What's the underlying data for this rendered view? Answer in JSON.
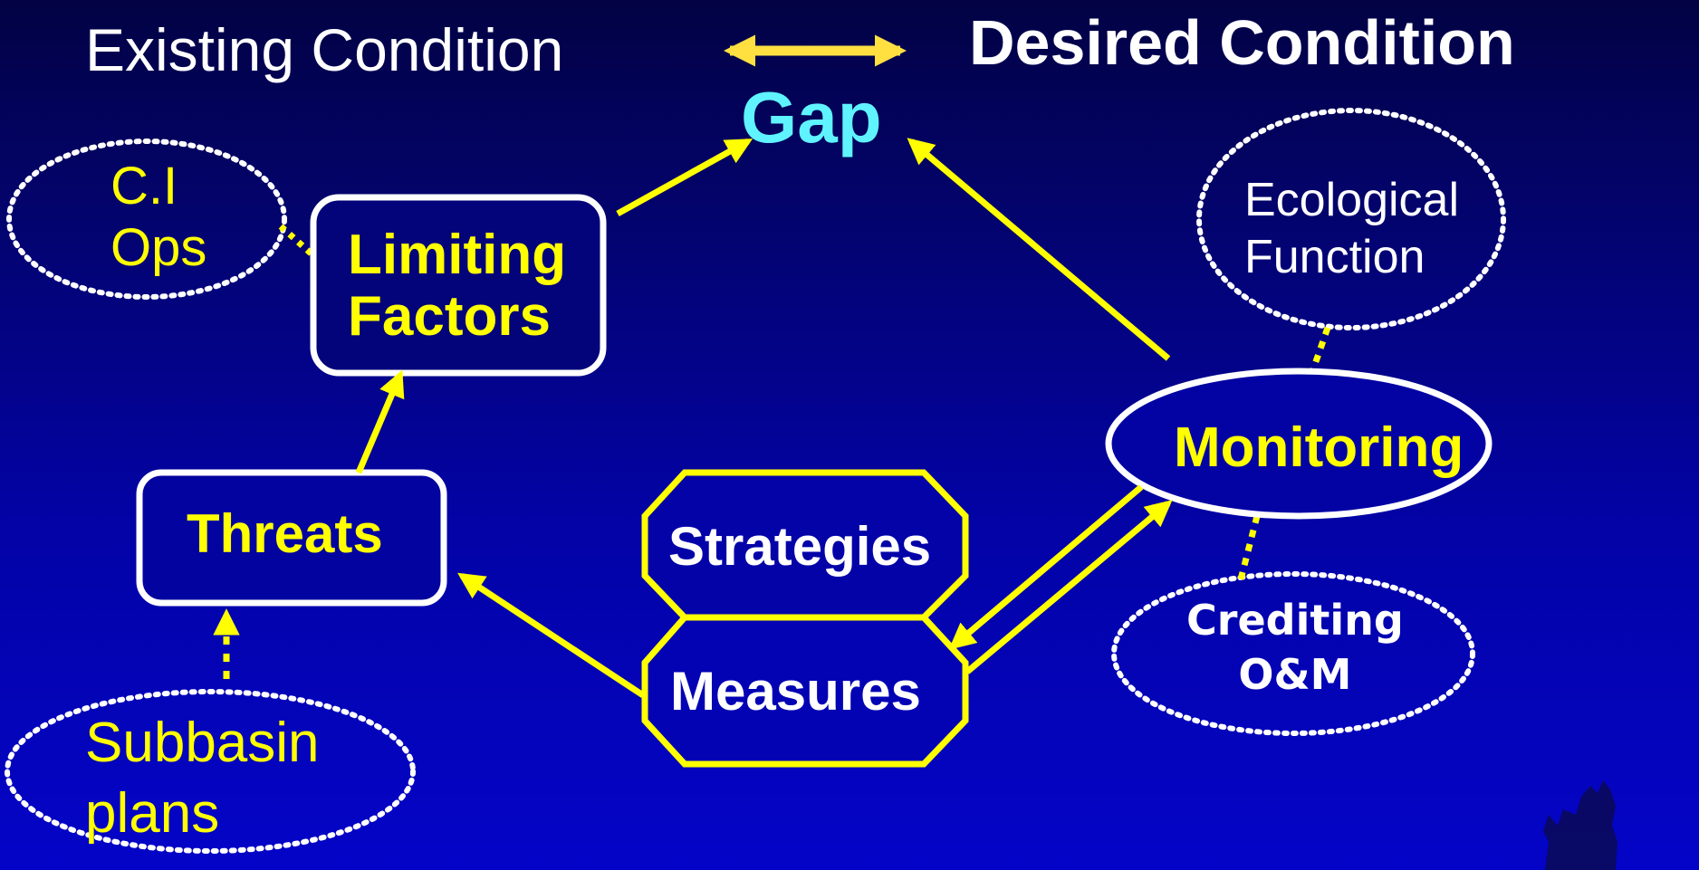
{
  "header": {
    "existing": "Existing Condition",
    "desired": "Desired Condition"
  },
  "gap": "Gap",
  "ci_ops": [
    "C.I",
    "Ops"
  ],
  "limiting_factors": [
    "Limiting",
    "Factors"
  ],
  "threats": "Threats",
  "strategies": "Strategies",
  "measures": "Measures",
  "monitoring": "Monitoring",
  "ecological_function": [
    "Ecological",
    "Function"
  ],
  "crediting": [
    "Crediting",
    "O&M"
  ],
  "subbasin_plans": [
    "Subbasin",
    "plans"
  ],
  "colors": {
    "arrow": "#ffff00",
    "gap_text": "#5ff3ff",
    "box_border": "#ffffff",
    "octagon_border": "#ffff00",
    "background_top": "#020244",
    "background_bottom": "#0404c8"
  }
}
